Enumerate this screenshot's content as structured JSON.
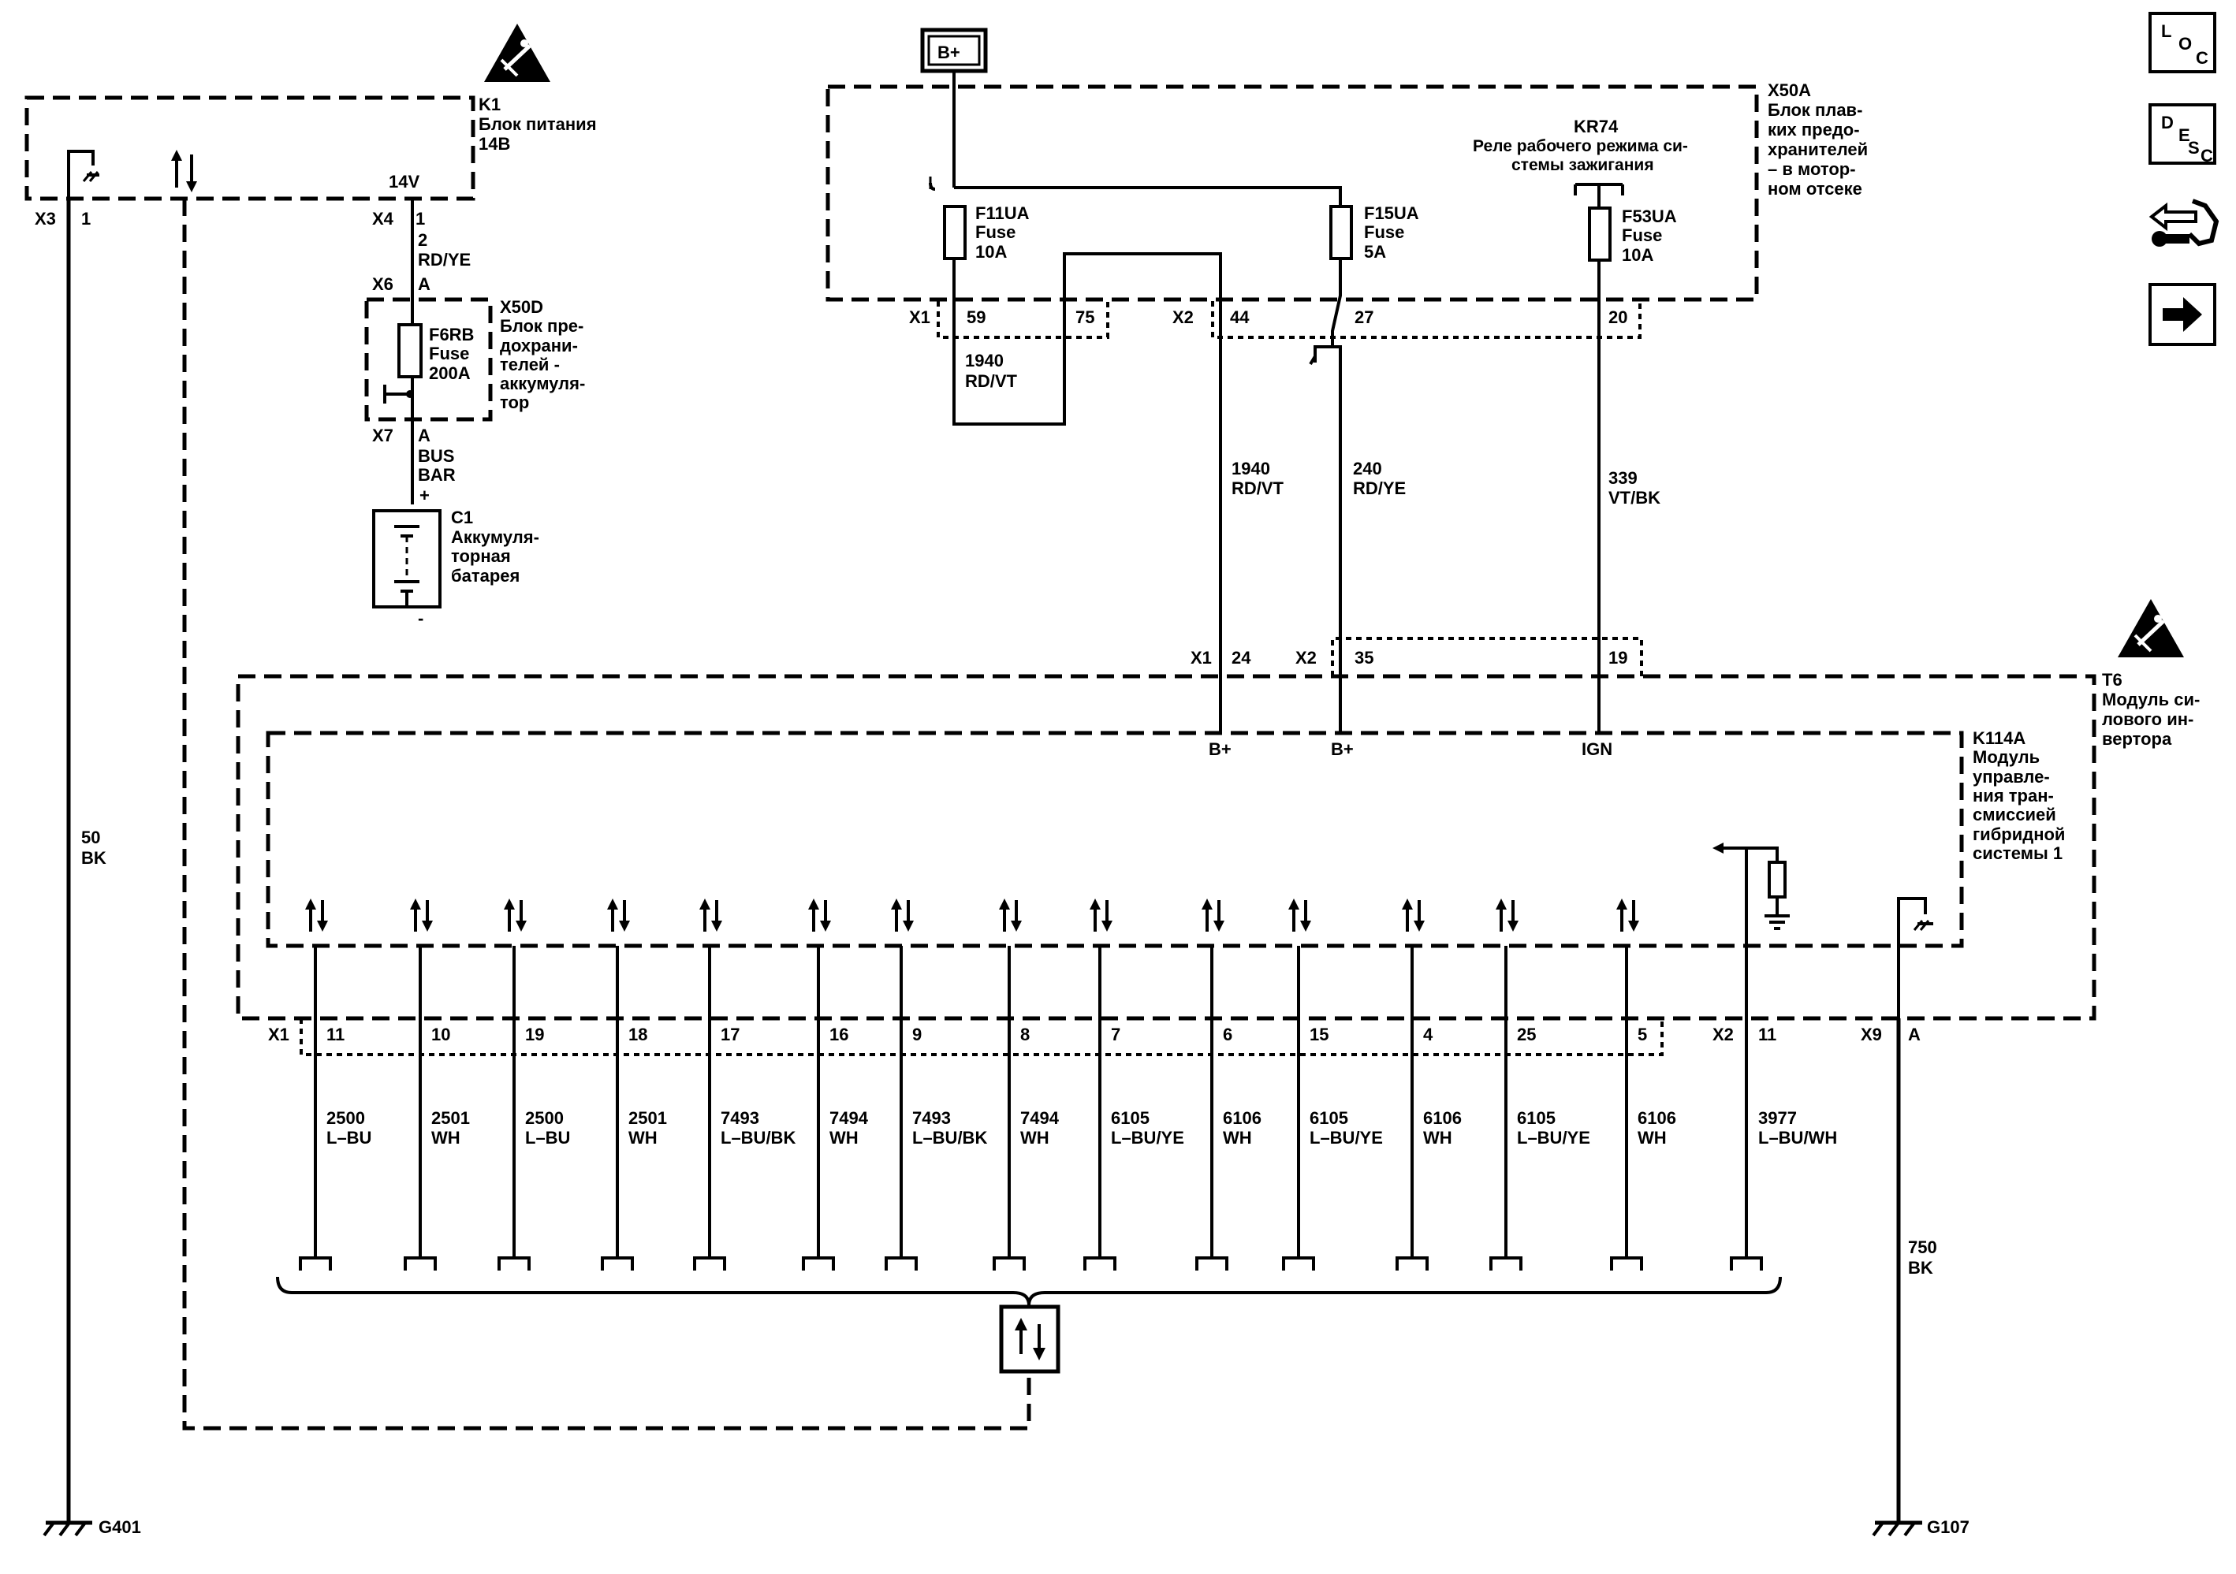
{
  "nav": {
    "loc": {
      "c1": "L",
      "c2": "O",
      "c3": "C"
    },
    "desc": {
      "c1": "D",
      "c2": "E",
      "c3": "S",
      "c4": "C"
    },
    "service_icon": "wrench-arrows-icon",
    "next_icon": "arrow-right-icon"
  },
  "k1": {
    "id": "K1",
    "name1": "Блок питания",
    "name2": "14В",
    "voltage": "14V",
    "conn_x3": "X3",
    "pin_x3": "1",
    "conn_x4": "X4",
    "pin_x4": "1"
  },
  "wire2": {
    "num": "2",
    "color": "RD/YE"
  },
  "x50d": {
    "id": "X50D",
    "desc1": "Блок пре-",
    "desc2": "дохрани-",
    "desc3": "телей -",
    "desc4": "аккумуля-",
    "desc5": "тор",
    "conn_in": "X6",
    "pin_in": "A",
    "conn_out": "X7",
    "pin_out": "A"
  },
  "f6rb": {
    "id": "F6RB",
    "type": "Fuse",
    "rating": "200A"
  },
  "busbar": {
    "l1": "BUS",
    "l2": "BAR",
    "plus": "+"
  },
  "c1": {
    "id": "C1",
    "n1": "Аккумуля-",
    "n2": "торная",
    "n3": "батарея",
    "minus": "-"
  },
  "bplus_box": "B+",
  "x50a": {
    "id": "X50A",
    "d1": "Блок плав-",
    "d2": "ких предо-",
    "d3": "хранителей",
    "d4": "– в мотор-",
    "d5": "ном отсеке"
  },
  "kr74": {
    "id": "KR74",
    "d1": "Реле рабочего режима си-",
    "d2": "стемы зажигания"
  },
  "f11ua": {
    "id": "F11UA",
    "type": "Fuse",
    "rating": "10A"
  },
  "f15ua": {
    "id": "F15UA",
    "type": "Fuse",
    "rating": "5A"
  },
  "f53ua": {
    "id": "F53UA",
    "type": "Fuse",
    "rating": "10A"
  },
  "x50a_pins": {
    "x1": "X1",
    "p59": "59",
    "p75": "75",
    "x2": "X2",
    "p44": "44",
    "p27": "27",
    "p20": "20"
  },
  "w1940a": {
    "num": "1940",
    "color": "RD/VT"
  },
  "w1940b": {
    "num": "1940",
    "color": "RD/VT"
  },
  "w240": {
    "num": "240",
    "color": "RD/YE"
  },
  "w339": {
    "num": "339",
    "color": "VT/BK"
  },
  "t6_pins": {
    "x1": "X1",
    "p24": "24",
    "x2": "X2",
    "p35": "35",
    "p19": "19"
  },
  "k114_inputs": {
    "b1": "B+",
    "b2": "B+",
    "ign": "IGN"
  },
  "t6": {
    "id": "T6",
    "d1": "Модуль си-",
    "d2": "лового ин-",
    "d3": "вертора"
  },
  "k114a": {
    "id": "K114A",
    "d1": "Модуль",
    "d2": "управле-",
    "d3": "ния тран-",
    "d4": "смиссией",
    "d5": "гибридной",
    "d6": "системы 1"
  },
  "bottom": {
    "x1": "X1",
    "wires": [
      {
        "pin": "11",
        "num": "2500",
        "color": "L–BU"
      },
      {
        "pin": "10",
        "num": "2501",
        "color": "WH"
      },
      {
        "pin": "19",
        "num": "2500",
        "color": "L–BU"
      },
      {
        "pin": "18",
        "num": "2501",
        "color": "WH"
      },
      {
        "pin": "17",
        "num": "7493",
        "color": "L–BU/BK"
      },
      {
        "pin": "16",
        "num": "7494",
        "color": "WH"
      },
      {
        "pin": "9",
        "num": "7493",
        "color": "L–BU/BK"
      },
      {
        "pin": "8",
        "num": "7494",
        "color": "WH"
      },
      {
        "pin": "7",
        "num": "6105",
        "color": "L–BU/YE"
      },
      {
        "pin": "6",
        "num": "6106",
        "color": "WH"
      },
      {
        "pin": "15",
        "num": "6105",
        "color": "L–BU/YE"
      },
      {
        "pin": "4",
        "num": "6106",
        "color": "WH"
      },
      {
        "pin": "25",
        "num": "6105",
        "color": "L–BU/YE"
      },
      {
        "pin": "5",
        "num": "6106",
        "color": "WH"
      }
    ],
    "x2": "X2",
    "x2_pin": "11",
    "w3977": {
      "num": "3977",
      "color": "L–BU/WH"
    },
    "x9": "X9",
    "x9_pin": "A"
  },
  "w50": {
    "num": "50",
    "color": "BK"
  },
  "w750": {
    "num": "750",
    "color": "BK"
  },
  "ground_left": "G401",
  "ground_right": "G107"
}
